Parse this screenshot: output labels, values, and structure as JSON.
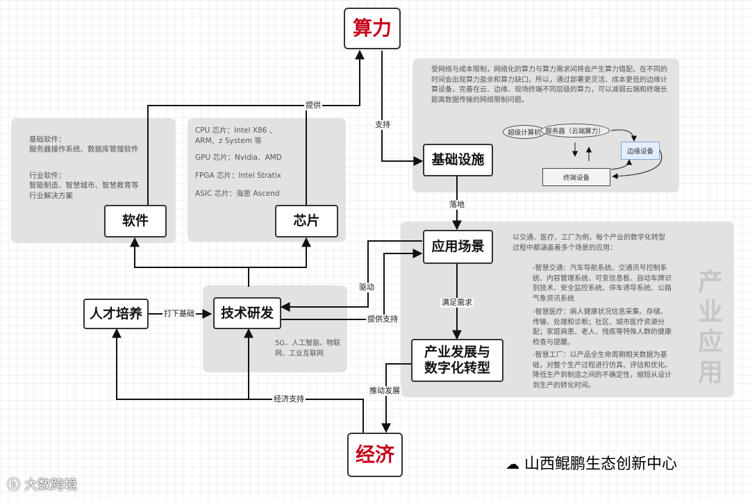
{
  "nodes": {
    "compute": "算力",
    "infra": "基础设施",
    "software": "软件",
    "chip": "芯片",
    "app": "应用场景",
    "talent": "人才培养",
    "tech": "技术研发",
    "industry": "产业发展与数字化转型",
    "economy": "经济"
  },
  "edge_labels": {
    "provide": "提供",
    "support": "支持",
    "land": "落地",
    "drive": "驱动",
    "foundation": "打下基础",
    "provide_support": "提供支持",
    "meet_demand": "满足需求",
    "promote": "推动发展",
    "economic_support": "经济支持"
  },
  "software_panel": {
    "base_title": "基础软件：",
    "base_items": "服务器操作系统、数据库管理软件",
    "industry_title": "行业软件：",
    "industry_items": "智能制造、智慧城市、智慧教育等行业解决方案"
  },
  "chip_panel": {
    "cpu": "CPU 芯片：Intel X86 、ARM、z System 等",
    "gpu": "GPU 芯片：Nvidia、AMD",
    "fpga": "FPGA 芯片：Intel Stratix",
    "asic": "ASIC 芯片：海思 Ascend"
  },
  "infra_panel": {
    "desc": "受网络与成本限制，网络化的算力与算力需求间将会产生算力错配，在不同的时间会出现算力盈余和算力缺口。所以，通过部署更灵活、成本更低的边缘计算设备，完善在云、边缘、现场终端不同层级的算力，可以减弱云端和终端长距离数据传输的网络限制问题。",
    "super": "超级计算机",
    "server": "服务器（云端算力）",
    "edge": "边缘设备",
    "terminal": "终端设备"
  },
  "tech_panel": {
    "items": "5G、人工智能、物联网、工业互联网"
  },
  "app_panel": {
    "intro": "以交通、医疗、工厂为例，每个产业的数字化转型过程中都涵盖着多个场景的应用：",
    "traffic": "-智慧交通：汽车导航系统、交通讯号控制系统、内容管理系统、可变信息板、自动车牌识别技术、安全监控系统、停车诱导系统、公路气象资讯系统",
    "medical": "-智慧医疗：病人健康状况信息采集、存储、传输、处理和诊断；社区、城市医疗资源分配；家庭病患、老人、残疾等特殊人群的健康检查与提醒。",
    "factory": "-智慧工厂：以产品全生命周期相关数据为基础，对整个生产过程进行仿真、评估和优化。降低生产到制造之间的不确定性，缩短从设计到生产的转化时间。",
    "big_title": "产业应用"
  },
  "watermarks": {
    "left": "大数跨境",
    "right": "山西鲲鹏生态创新中心"
  }
}
